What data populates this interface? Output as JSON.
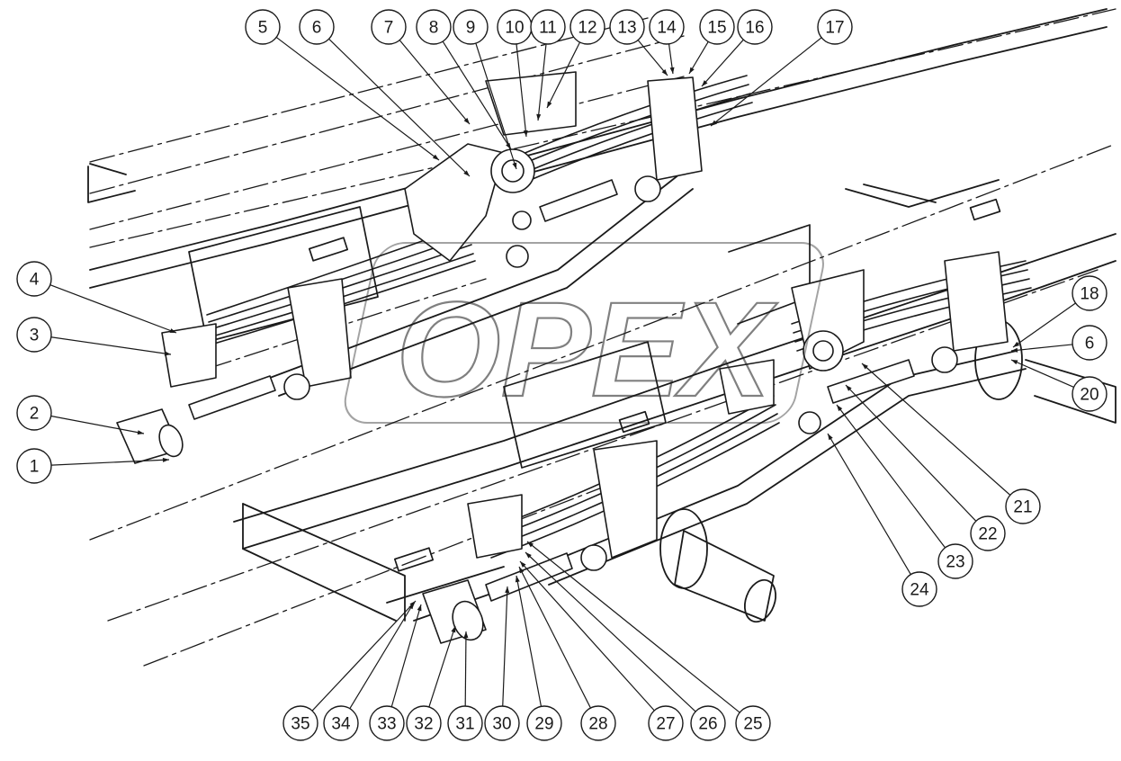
{
  "watermark": {
    "text": "OPEX"
  },
  "callouts": [
    {
      "label": "1",
      "c": [
        38,
        518
      ],
      "t": [
        188,
        511
      ]
    },
    {
      "label": "2",
      "c": [
        38,
        459
      ],
      "t": [
        160,
        482
      ]
    },
    {
      "label": "3",
      "c": [
        38,
        372
      ],
      "t": [
        190,
        394
      ]
    },
    {
      "label": "4",
      "c": [
        38,
        310
      ],
      "t": [
        196,
        370
      ]
    },
    {
      "label": "5",
      "c": [
        292,
        30
      ],
      "t": [
        488,
        178
      ]
    },
    {
      "label": "6",
      "c": [
        352,
        30
      ],
      "t": [
        522,
        196
      ]
    },
    {
      "label": "7",
      "c": [
        432,
        30
      ],
      "t": [
        522,
        138
      ]
    },
    {
      "label": "8",
      "c": [
        482,
        30
      ],
      "t": [
        568,
        166
      ]
    },
    {
      "label": "9",
      "c": [
        523,
        30
      ],
      "t": [
        574,
        188
      ]
    },
    {
      "label": "10",
      "c": [
        572,
        30
      ],
      "t": [
        585,
        152
      ]
    },
    {
      "label": "11",
      "c": [
        609,
        30
      ],
      "t": [
        598,
        134
      ]
    },
    {
      "label": "12",
      "c": [
        653,
        30
      ],
      "t": [
        608,
        120
      ]
    },
    {
      "label": "13",
      "c": [
        697,
        30
      ],
      "t": [
        742,
        84
      ]
    },
    {
      "label": "14",
      "c": [
        741,
        30
      ],
      "t": [
        748,
        82
      ]
    },
    {
      "label": "15",
      "c": [
        797,
        30
      ],
      "t": [
        766,
        82
      ]
    },
    {
      "label": "16",
      "c": [
        839,
        30
      ],
      "t": [
        780,
        96
      ]
    },
    {
      "label": "17",
      "c": [
        928,
        30
      ],
      "t": [
        790,
        140
      ]
    },
    {
      "label": "18",
      "c": [
        1211,
        326
      ],
      "t": [
        1126,
        386
      ]
    },
    {
      "label": "6",
      "c": [
        1211,
        381
      ],
      "t": [
        1124,
        390
      ]
    },
    {
      "label": "20",
      "c": [
        1211,
        438
      ],
      "t": [
        1124,
        400
      ]
    },
    {
      "label": "21",
      "c": [
        1137,
        563
      ],
      "t": [
        958,
        404
      ]
    },
    {
      "label": "22",
      "c": [
        1098,
        593
      ],
      "t": [
        940,
        428
      ]
    },
    {
      "label": "23",
      "c": [
        1062,
        624
      ],
      "t": [
        930,
        450
      ]
    },
    {
      "label": "24",
      "c": [
        1022,
        655
      ],
      "t": [
        920,
        482
      ]
    },
    {
      "label": "25",
      "c": [
        837,
        804
      ],
      "t": [
        586,
        602
      ]
    },
    {
      "label": "26",
      "c": [
        787,
        804
      ],
      "t": [
        584,
        614
      ]
    },
    {
      "label": "27",
      "c": [
        740,
        804
      ],
      "t": [
        578,
        624
      ]
    },
    {
      "label": "28",
      "c": [
        665,
        804
      ],
      "t": [
        577,
        630
      ]
    },
    {
      "label": "29",
      "c": [
        605,
        804
      ],
      "t": [
        574,
        640
      ]
    },
    {
      "label": "30",
      "c": [
        558,
        804
      ],
      "t": [
        564,
        652
      ]
    },
    {
      "label": "31",
      "c": [
        517,
        804
      ],
      "t": [
        518,
        702
      ]
    },
    {
      "label": "32",
      "c": [
        471,
        804
      ],
      "t": [
        506,
        696
      ]
    },
    {
      "label": "33",
      "c": [
        430,
        804
      ],
      "t": [
        468,
        672
      ]
    },
    {
      "label": "34",
      "c": [
        379,
        804
      ],
      "t": [
        460,
        670
      ]
    },
    {
      "label": "35",
      "c": [
        334,
        804
      ],
      "t": [
        462,
        668
      ]
    }
  ]
}
